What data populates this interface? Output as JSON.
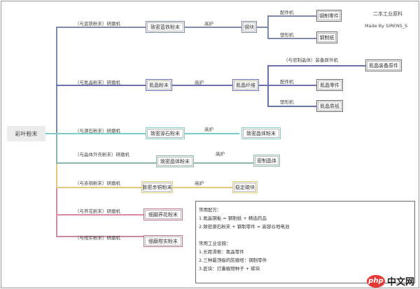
{
  "header": {
    "title": "二本工业原料",
    "author": "Made By SIRENS_S"
  },
  "root": {
    "label": "彩叶粉末"
  },
  "colors": {
    "b1": "#7f8aa8",
    "b2": "#6b70b0",
    "b3": "#7ccbc4",
    "b4": "#8ab7a8",
    "b5": "#e2c97a",
    "b6": "#d88aa6",
    "b7": "#c98aa0"
  },
  "branches": [
    {
      "machine": "（与蓝铁粉末）研磨机",
      "product": "致密蓝铁粉末",
      "furnace": "高炉",
      "output": "钢块",
      "subs": [
        {
          "machine": "配件机",
          "product": "钢制零件"
        },
        {
          "machine": "塑形机",
          "product": "钢制纸"
        }
      ]
    },
    {
      "machine": "（与氮晶粉末）研磨机",
      "product": "氮晶粉末",
      "furnace": "高炉",
      "output": "氮晶纤维",
      "subs": [
        {
          "machine": "（与密制晶体）装备原件机",
          "product": "氮晶装备原件"
        },
        {
          "machine": "配件机",
          "product": "氮晶零件"
        },
        {
          "machine": "塑形机",
          "product": "氮晶质纸"
        }
      ]
    },
    {
      "machine": "（与源石粉末）研磨机",
      "product": "致密源石粉末",
      "furnace": "高炉",
      "output": "致密晶体粉末"
    },
    {
      "machine": "（与晶体外壳粉末）研磨机",
      "product": "致密晶体粉末",
      "furnace": "高炉",
      "output": "密制晶体"
    },
    {
      "machine": "（与赤铜粉末）研磨机",
      "product": "致密赤铜粉末",
      "furnace": "高炉",
      "output": "稳定碳块"
    },
    {
      "machine": "（与荞花粉末）研磨机",
      "product": "细磨荞花粉末"
    },
    {
      "machine": "（与柑实粉末）研磨机",
      "product": "细磨柑实粉末"
    }
  ],
  "notes": {
    "recipes_title": "常用配方：",
    "recipes": [
      "1.氮晶钢板 = 钢制纸 + 精选药品",
      "2.致密源石粉末 + 钢制零件 = 高容谷地电池"
    ],
    "facilities_title": "常用工业设施：",
    "facilities": [
      "1.长距滑索：氮晶零件",
      "2.三种最顶级的防御塔：钢制零件",
      "3.匠块：灯囊植物种子 + 碳块"
    ]
  },
  "watermark": {
    "php": "php",
    "cn": "中文网"
  }
}
